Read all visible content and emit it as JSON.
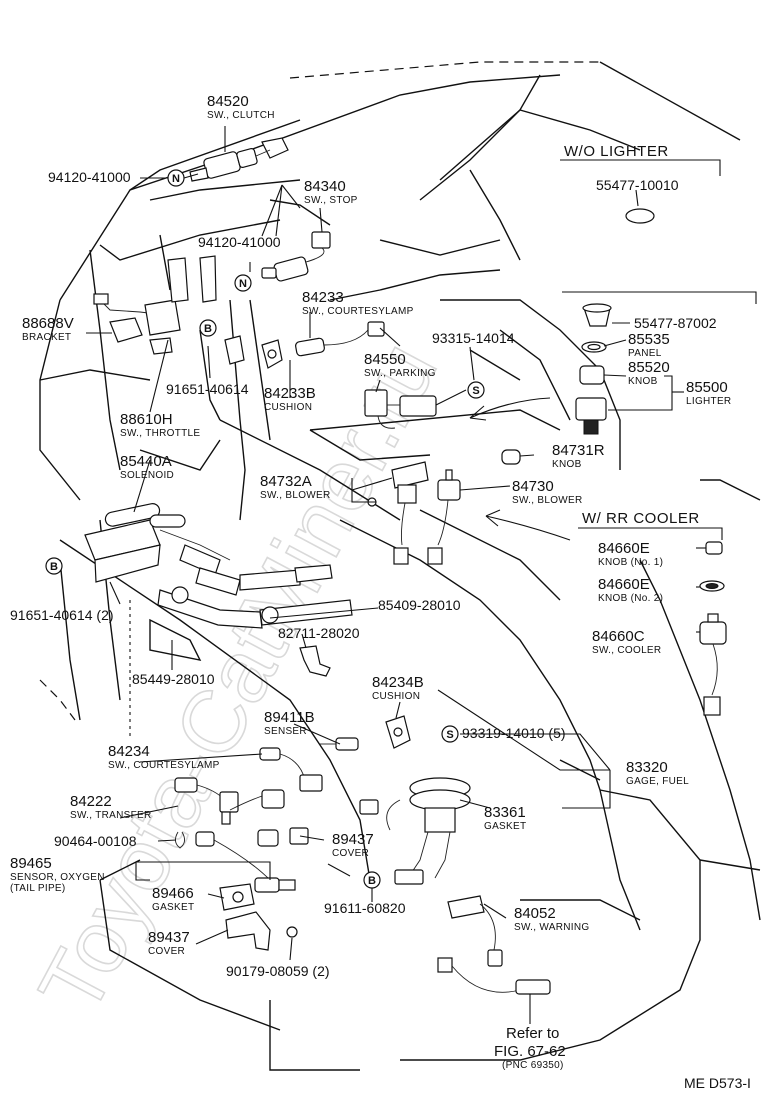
{
  "watermark": "Toyota-CatMiner.ru",
  "footer": {
    "code": "ME  D573-I"
  },
  "sections": {
    "wo_lighter": "W/O LIGHTER",
    "rr_cooler": "W/ RR COOLER"
  },
  "markers": {
    "n": "N",
    "s": "S",
    "b": "B"
  },
  "labels": {
    "p84520": {
      "num": "84520",
      "desc": "SW., CLUTCH"
    },
    "p94120a": {
      "num": "94120-41000"
    },
    "p84340": {
      "num": "84340",
      "desc": "SW., STOP"
    },
    "p94120b": {
      "num": "94120-41000"
    },
    "p55477a": {
      "num": "55477-10010"
    },
    "p84233": {
      "num": "84233",
      "desc": "SW., COURTESYLAMP"
    },
    "p88688v": {
      "num": "88688V",
      "desc": "BRACKET"
    },
    "p93315": {
      "num": "93315-14014"
    },
    "p55477b": {
      "num": "55477-87002"
    },
    "p85535": {
      "num": "85535",
      "desc": "PANEL"
    },
    "p85520": {
      "num": "85520",
      "desc": "KNOB"
    },
    "p85500": {
      "num": "85500",
      "desc": "LIGHTER"
    },
    "p84550": {
      "num": "84550",
      "desc": "SW., PARKING"
    },
    "p91651a": {
      "num": "91651-40614"
    },
    "p84233b": {
      "num": "84233B",
      "desc": "CUSHION"
    },
    "p88610h": {
      "num": "88610H",
      "desc": "SW., THROTTLE"
    },
    "p84731r": {
      "num": "84731R",
      "desc": "KNOB"
    },
    "p85440a": {
      "num": "85440A",
      "desc": "SOLENOID"
    },
    "p84732a": {
      "num": "84732A",
      "desc": "SW., BLOWER"
    },
    "p84730": {
      "num": "84730",
      "desc": "SW., BLOWER"
    },
    "p84660e1": {
      "num": "84660E",
      "desc": "KNOB (No. 1)"
    },
    "p84660e2": {
      "num": "84660E",
      "desc": "KNOB (No. 2)"
    },
    "p91651b": {
      "num": "91651-40614 (2)"
    },
    "p85409": {
      "num": "85409-28010"
    },
    "p84660c": {
      "num": "84660C",
      "desc": "SW., COOLER"
    },
    "p82711": {
      "num": "82711-28020"
    },
    "p85449": {
      "num": "85449-28010"
    },
    "p84234b": {
      "num": "84234B",
      "desc": "CUSHION"
    },
    "p89411b": {
      "num": "89411B",
      "desc": "SENSER"
    },
    "p93319": {
      "num": "93319-14010 (5)"
    },
    "p84234": {
      "num": "84234",
      "desc": "SW., COURTESYLAMP"
    },
    "p83320": {
      "num": "83320",
      "desc": "GAGE, FUEL"
    },
    "p84222": {
      "num": "84222",
      "desc": "SW., TRANSFER"
    },
    "p83361": {
      "num": "83361",
      "desc": "GASKET"
    },
    "p90464": {
      "num": "90464-00108"
    },
    "p89437a": {
      "num": "89437",
      "desc": "COVER"
    },
    "p89465": {
      "num": "89465",
      "desc": "SENSOR, OXYGEN",
      "desc2": "(TAIL PIPE)"
    },
    "p89466": {
      "num": "89466",
      "desc": "GASKET"
    },
    "p91611": {
      "num": "91611-60820"
    },
    "p84052": {
      "num": "84052",
      "desc": "SW., WARNING"
    },
    "p89437b": {
      "num": "89437",
      "desc": "COVER"
    },
    "p90179": {
      "num": "90179-08059 (2)"
    },
    "refer": {
      "line1": "Refer to",
      "line2": "FIG. 67-62",
      "line3": "(PNC 69350)"
    }
  }
}
